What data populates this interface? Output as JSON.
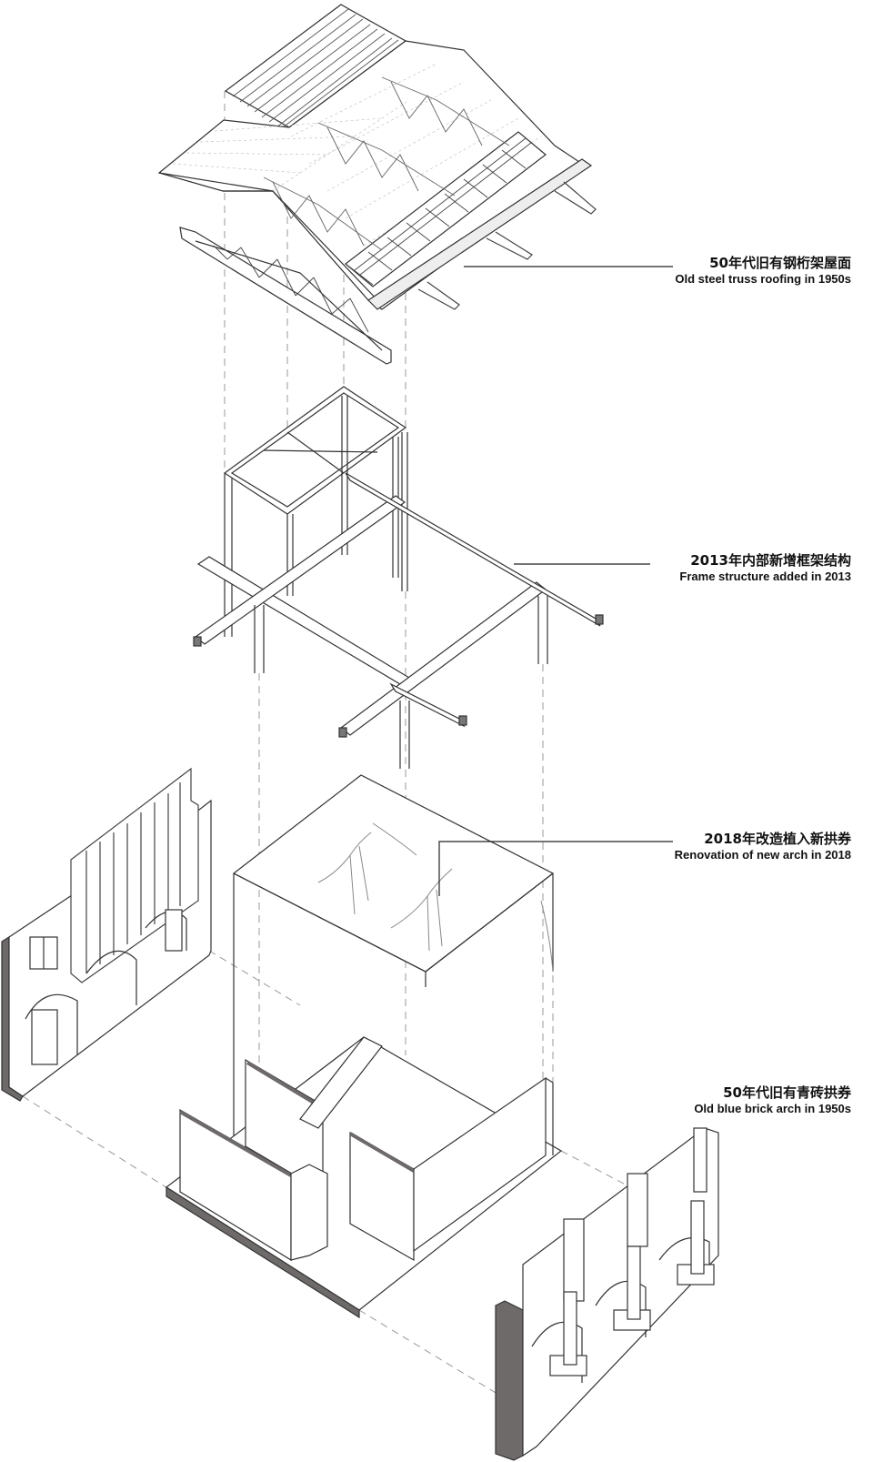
{
  "labels": {
    "roof": {
      "cn": "50年代旧有钢桁架屋面",
      "en": "Old steel truss roofing in 1950s"
    },
    "frame": {
      "cn": "2013年内部新增框架结构",
      "en": "Frame structure added in 2013"
    },
    "new_arch": {
      "cn": "2018年改造植入新拱券",
      "en": "Renovation of new arch in 2018"
    },
    "old_arch": {
      "cn": "50年代旧有青砖拱券",
      "en": "Old blue brick arch in 1950s"
    }
  },
  "colors": {
    "line": "#333333",
    "light_line": "#888888",
    "wall_dark": "#6e6a6a",
    "background": "#ffffff"
  }
}
